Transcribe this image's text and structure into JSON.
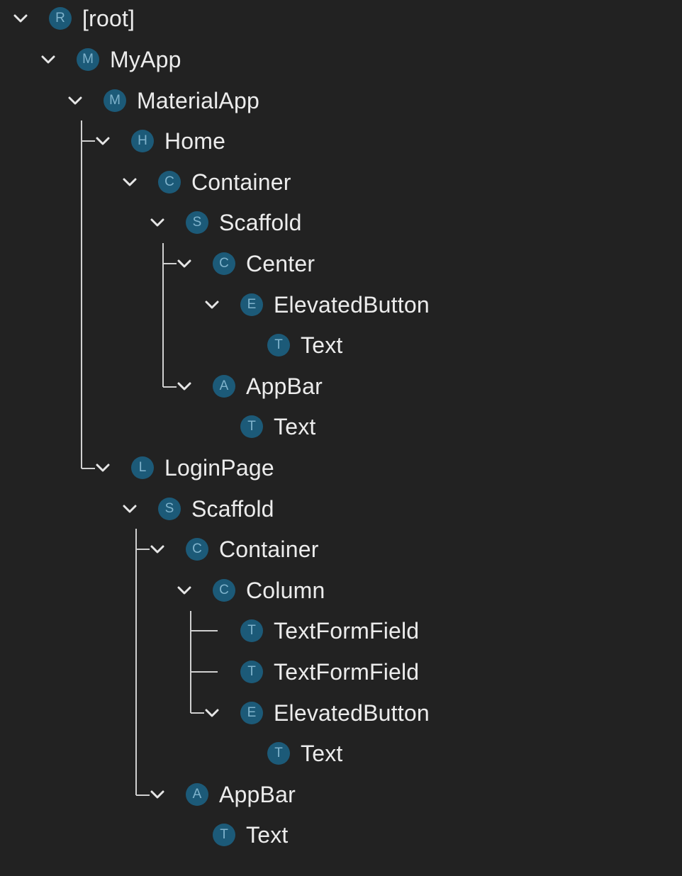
{
  "tree": {
    "accent_badge_bg": "#1c5a78",
    "accent_badge_fg": "#7fb3cc",
    "text_color": "#ececec",
    "guide_color": "#d0d0d0",
    "nodes": [
      {
        "letter": "R",
        "label": "[root]",
        "expandable": true
      },
      {
        "letter": "M",
        "label": "MyApp",
        "expandable": true
      },
      {
        "letter": "M",
        "label": "MaterialApp",
        "expandable": true
      },
      {
        "letter": "H",
        "label": "Home",
        "expandable": true
      },
      {
        "letter": "C",
        "label": "Container",
        "expandable": true
      },
      {
        "letter": "S",
        "label": "Scaffold",
        "expandable": true
      },
      {
        "letter": "C",
        "label": "Center",
        "expandable": true
      },
      {
        "letter": "E",
        "label": "ElevatedButton",
        "expandable": true
      },
      {
        "letter": "T",
        "label": "Text",
        "expandable": false
      },
      {
        "letter": "A",
        "label": "AppBar",
        "expandable": true
      },
      {
        "letter": "T",
        "label": "Text",
        "expandable": false
      },
      {
        "letter": "L",
        "label": "LoginPage",
        "expandable": true
      },
      {
        "letter": "S",
        "label": "Scaffold",
        "expandable": true
      },
      {
        "letter": "C",
        "label": "Container",
        "expandable": true
      },
      {
        "letter": "C",
        "label": "Column",
        "expandable": true
      },
      {
        "letter": "T",
        "label": "TextFormField",
        "expandable": false
      },
      {
        "letter": "T",
        "label": "TextFormField",
        "expandable": false
      },
      {
        "letter": "E",
        "label": "ElevatedButton",
        "expandable": true
      },
      {
        "letter": "T",
        "label": "Text",
        "expandable": false
      },
      {
        "letter": "A",
        "label": "AppBar",
        "expandable": true
      },
      {
        "letter": "T",
        "label": "Text",
        "expandable": false
      }
    ]
  }
}
